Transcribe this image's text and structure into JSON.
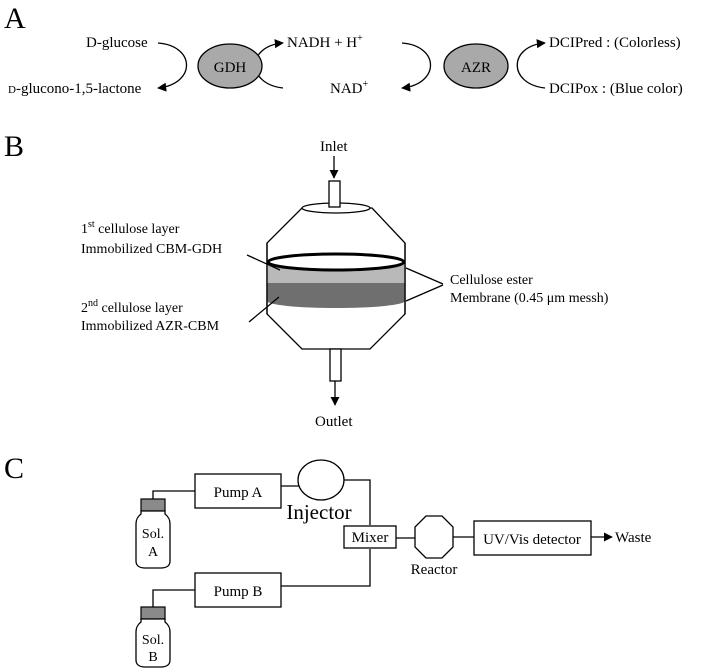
{
  "panel_a": {
    "letter": "A",
    "enzyme1": "GDH",
    "enzyme2": "AZR",
    "substrate_top": "D-glucose",
    "product_bottom_prefix": "D",
    "product_bottom_rest": "-glucono-1,5-lactone",
    "nadh_main": "NADH + H",
    "nadh_sup": "+",
    "nad_main": "NAD",
    "nad_sup": "+",
    "dcip_red": "DCIPred : (Colorless)",
    "dcip_ox": "DCIPox : (Blue color)"
  },
  "panel_b": {
    "letter": "B",
    "inlet": "Inlet",
    "outlet": "Outlet",
    "layer1_num": "1",
    "layer1_sup": "st",
    "layer1_rest": " cellulose layer",
    "layer1_line2": "Immobilized CBM-GDH",
    "layer2_num": "2",
    "layer2_sup": "nd",
    "layer2_rest": " cellulose layer",
    "layer2_line2": "Immobilized AZR-CBM",
    "membrane_line1": "Cellulose ester",
    "membrane_line2": "Membrane (0.45 μm messh)",
    "colors": {
      "layer_light": "#b9b9b9",
      "layer_dark": "#6f6f6f",
      "enzyme_fill": "#a9a9a9"
    }
  },
  "panel_c": {
    "letter": "C",
    "pump_a": "Pump A",
    "pump_b": "Pump B",
    "injector": "Injector",
    "mixer": "Mixer",
    "reactor": "Reactor",
    "detector": "UV/Vis detector",
    "waste": "Waste",
    "sol_a_line1": "Sol.",
    "sol_a_line2": "A",
    "sol_b_line1": "Sol.",
    "sol_b_line2": "B"
  }
}
